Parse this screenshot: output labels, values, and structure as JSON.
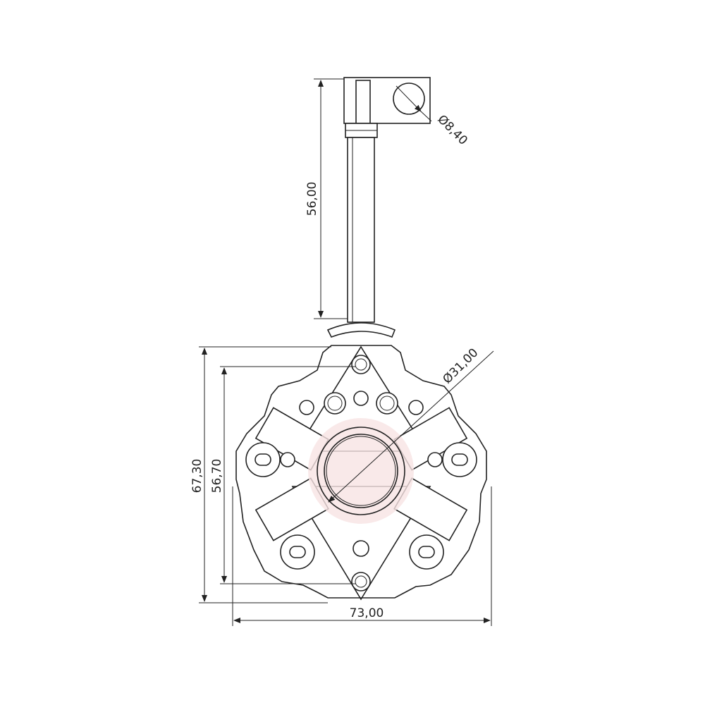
{
  "drawing": {
    "dimensions": {
      "connector_hole_diameter": "Ø8,40",
      "lead_length": "56,00",
      "commutator_diameter": "Ø31,00",
      "overall_height": "67,30",
      "mount_hole_spacing": "56,70",
      "overall_width": "73,00"
    },
    "colors": {
      "line": "#222222",
      "watermark": "#f4d6d6"
    }
  }
}
